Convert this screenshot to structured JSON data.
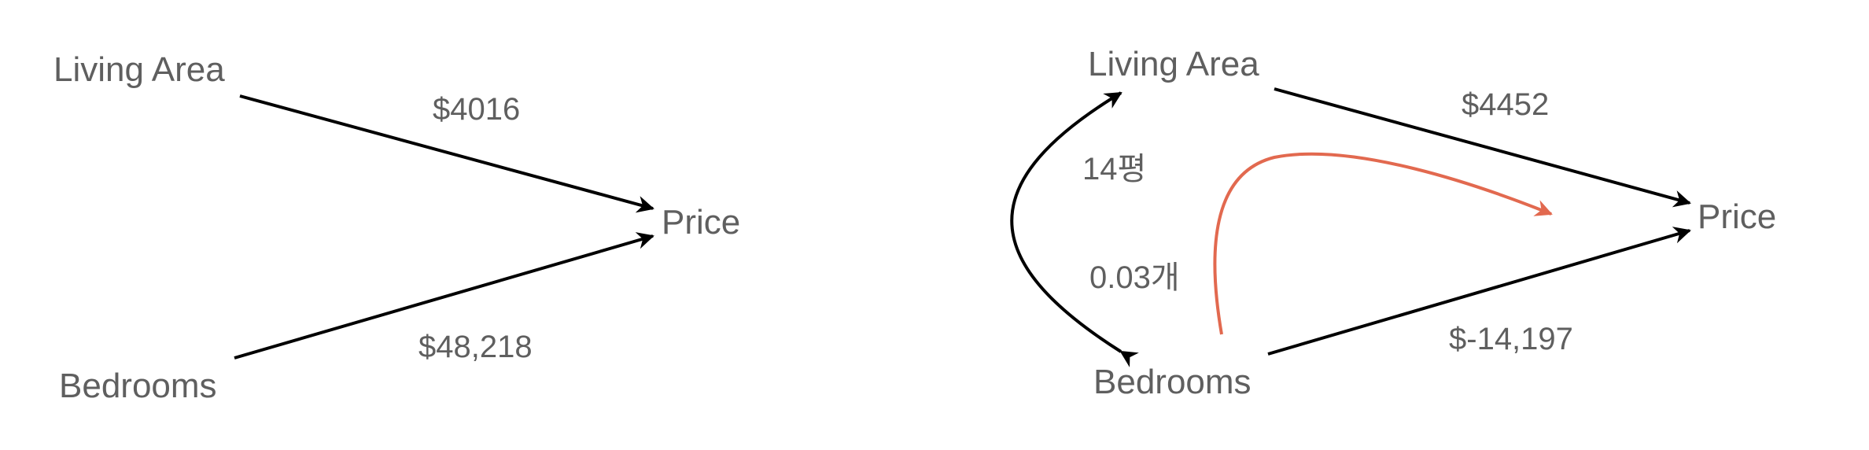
{
  "diagrams": [
    {
      "nodes": {
        "living_area": "Living Area",
        "bedrooms": "Bedrooms",
        "price": "Price"
      },
      "edges": {
        "living_to_price": "$4016",
        "bedrooms_to_price": "$48,218"
      }
    },
    {
      "nodes": {
        "living_area": "Living Area",
        "bedrooms": "Bedrooms",
        "price": "Price"
      },
      "edges": {
        "living_to_price": "$4452",
        "bedrooms_to_price": "$-14,197",
        "bedrooms_to_living": "14평",
        "living_to_bedrooms": "0.03개"
      }
    }
  ],
  "colors": {
    "text": "#5f5f5f",
    "arrow": "#000000",
    "highlight_arrow": "#e2694f"
  }
}
